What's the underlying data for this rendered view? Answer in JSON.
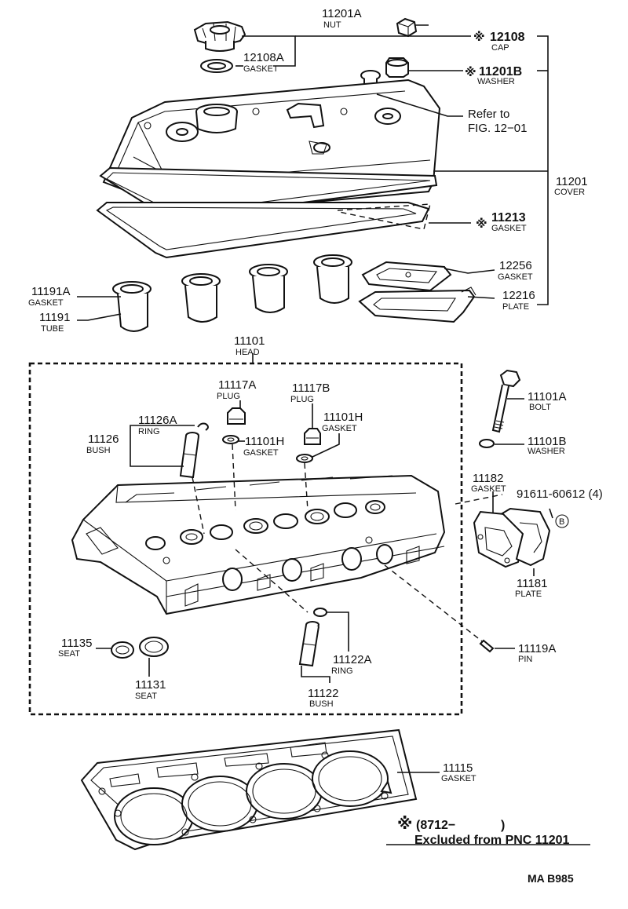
{
  "parts": {
    "nut_11201a": {
      "number": "11201A",
      "name": "NUT"
    },
    "cap_12108": {
      "mark": "※",
      "number": "12108",
      "name": "CAP"
    },
    "gasket_12108a": {
      "number": "12108A",
      "name": "GASKET"
    },
    "washer_11201b": {
      "mark": "※",
      "number": "11201B",
      "name": "WASHER"
    },
    "refer": {
      "line1": "Refer to",
      "line2": "FIG. 12−01"
    },
    "cover_11201": {
      "number": "11201",
      "name": "COVER"
    },
    "gasket_11213": {
      "mark": "※",
      "number": "11213",
      "name": "GASKET"
    },
    "gasket_12256": {
      "number": "12256",
      "name": "GASKET"
    },
    "plate_12216": {
      "number": "12216",
      "name": "PLATE"
    },
    "gasket_11191a": {
      "number": "11191A",
      "name": "GASKET"
    },
    "tube_11191": {
      "number": "11191",
      "name": "TUBE"
    },
    "head_11101": {
      "number": "11101",
      "name": "HEAD"
    },
    "plug_11117a": {
      "number": "11117A",
      "name": "PLUG"
    },
    "plug_11117b": {
      "number": "11117B",
      "name": "PLUG"
    },
    "ring_11126a": {
      "number": "11126A",
      "name": "RING"
    },
    "bush_11126": {
      "number": "11126",
      "name": "BUSH"
    },
    "gasket_11101h_left": {
      "number": "11101H",
      "name": "GASKET"
    },
    "gasket_11101h_right": {
      "number": "11101H",
      "name": "GASKET"
    },
    "bolt_11101a": {
      "number": "11101A",
      "name": "BOLT"
    },
    "washer_11101b": {
      "number": "11101B",
      "name": "WASHER"
    },
    "gasket_11182": {
      "number": "11182",
      "name": "GASKET"
    },
    "bolt_91611": {
      "number": "91611-60612 (4)",
      "badge": "B"
    },
    "plate_11181": {
      "number": "11181",
      "name": "PLATE"
    },
    "seat_11135": {
      "number": "11135",
      "name": "SEAT"
    },
    "seat_11131": {
      "number": "11131",
      "name": "SEAT"
    },
    "ring_11122a": {
      "number": "11122A",
      "name": "RING"
    },
    "bush_11122": {
      "number": "11122",
      "name": "BUSH"
    },
    "pin_11119a": {
      "number": "11119A",
      "name": "PIN"
    },
    "gasket_11115": {
      "number": "11115",
      "name": "GASKET"
    }
  },
  "footnote": {
    "mark": "※",
    "code": "(8712−",
    "close": ")",
    "text": "Excluded from PNC 11201"
  },
  "figure_code": "MA B985"
}
